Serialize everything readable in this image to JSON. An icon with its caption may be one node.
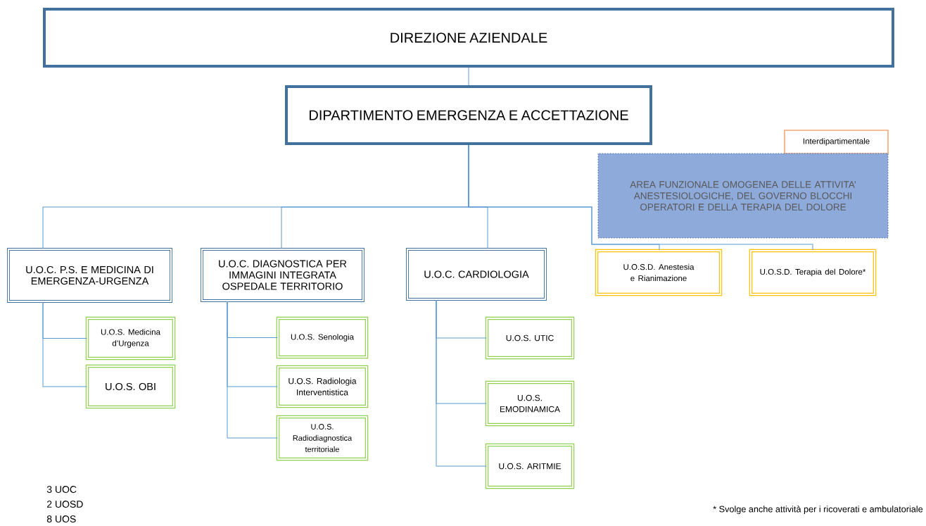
{
  "diagram": {
    "nodes": [
      {
        "text": [
          "DIREZIONE AZIENDALE"
        ]
      },
      {
        "text": [
          "DIPARTIMENTO EMERGENZA E ACCETTAZIONE"
        ]
      },
      {
        "text": [
          "Interdipartimentale"
        ]
      },
      {
        "text": [
          "AREA FUNZIONALE OMOGENEA DELLE ATTIVITA’ ANESTESIOLOGICHE, DEL GOVERNO BLOCCHI OPERATORI E DELLA TERAPIA DEL DOLORE"
        ]
      },
      {
        "text": [
          "U.O.C. P.S. E MEDICINA DI EMERGENZA-URGENZA"
        ]
      },
      {
        "text": [
          "U.O.C. DIAGNOSTICA PER IMMAGINI INTEGRATA OSPEDALE TERRITORIO"
        ]
      },
      {
        "text": [
          "U.O.C. CARDIOLOGIA"
        ]
      },
      {
        "text": [
          "U.O.S.D. Anestesia e Rianimazione"
        ]
      },
      {
        "text": [
          "U.O.S.D. Terapia del Dolore*"
        ]
      },
      {
        "text": [
          "U.O.S. Medicina d’Urgenza"
        ]
      },
      {
        "text": [
          "U.O.S. OBI"
        ]
      },
      {
        "text": [
          "U.O.S. Senologia"
        ]
      },
      {
        "text": [
          "U.O.S. Radiologia Interventistica"
        ]
      },
      {
        "text": [
          "U.O.S. Radiodiagnostica territoriale"
        ]
      },
      {
        "text": [
          "U.O.S. UTIC"
        ]
      },
      {
        "text": [
          "U.O.S. EMODINAMICA"
        ]
      },
      {
        "text": [
          "U.O.S. ARITMIE"
        ]
      }
    ],
    "edges": [
      {
        "from": 0,
        "to": 1,
        "arrow": "none"
      },
      {
        "from": 1,
        "to": 4,
        "arrow": "none"
      },
      {
        "from": 1,
        "to": 5,
        "arrow": "none"
      },
      {
        "from": 1,
        "to": 6,
        "arrow": "none"
      },
      {
        "from": 1,
        "to": 7,
        "arrow": "none"
      },
      {
        "from": 1,
        "to": 8,
        "arrow": "none"
      },
      {
        "from": 4,
        "to": 9,
        "arrow": "none"
      },
      {
        "from": 4,
        "to": 10,
        "arrow": "none"
      },
      {
        "from": 5,
        "to": 11,
        "arrow": "none"
      },
      {
        "from": 5,
        "to": 12,
        "arrow": "none"
      },
      {
        "from": 5,
        "to": 13,
        "arrow": "none"
      },
      {
        "from": 6,
        "to": 14,
        "arrow": "none"
      },
      {
        "from": 6,
        "to": 15,
        "arrow": "none"
      },
      {
        "from": 6,
        "to": 16,
        "arrow": "none"
      }
    ],
    "labels": [
      "3 UOC",
      "2 UOSD",
      "8 UOS",
      "* Svolge anche attività per i ricoverati e ambulatoriale"
    ]
  }
}
